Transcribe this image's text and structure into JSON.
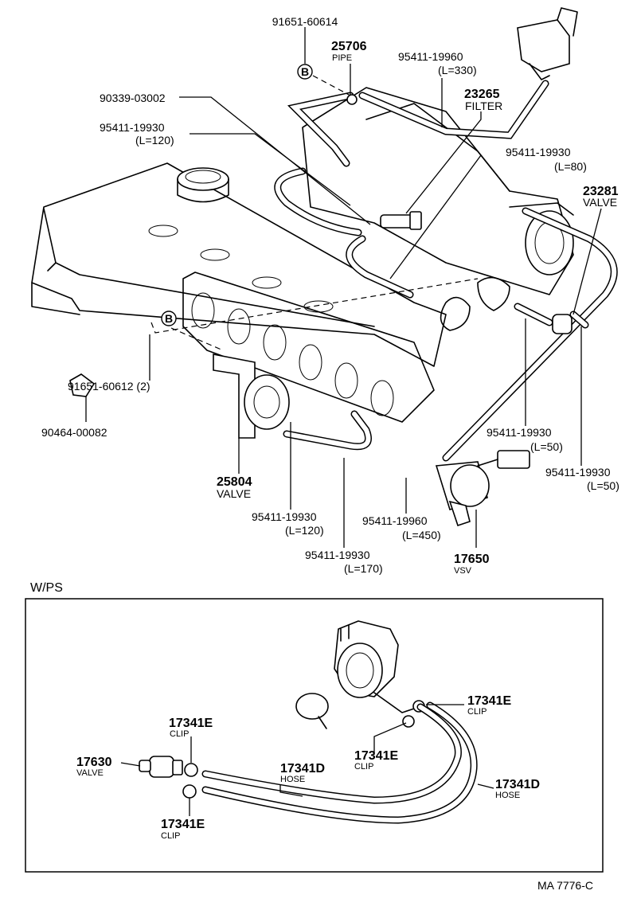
{
  "labels": {
    "p91651_60614": "91651-60614",
    "p25706": "25706",
    "p25706_name": "PIPE",
    "p95411_19960_top": "95411-19960",
    "p95411_19960_top_len": "(L=330)",
    "p90339_03002": "90339-03002",
    "p23265": "23265",
    "p23265_name": "FILTER",
    "p95411_19930_120a": "95411-19930",
    "p95411_19930_120a_len": "(L=120)",
    "p95411_19930_80": "95411-19930",
    "p95411_19930_80_len": "(L=80)",
    "p23281": "23281",
    "p23281_name": "VALVE",
    "p91651_60612": "91651-60612 (2)",
    "p90464_00082": "90464-00082",
    "p25804": "25804",
    "p25804_name": "VALVE",
    "p95411_19930_50a": "95411-19930",
    "p95411_19930_50a_len": "(L=50)",
    "p95411_19930_50b": "95411-19930",
    "p95411_19930_50b_len": "(L=50)",
    "p95411_19930_120b": "95411-19930",
    "p95411_19930_120b_len": "(L=120)",
    "p95411_19960_450": "95411-19960",
    "p95411_19960_450_len": "(L=450)",
    "p17650": "17650",
    "p17650_name": "VSV",
    "p95411_19930_170": "95411-19930",
    "p95411_19930_170_len": "(L=170)",
    "callout_b": "B"
  },
  "inset": {
    "title": "W/PS",
    "p17341e_a": "17341E",
    "p17341e_a_name": "CLIP",
    "p17341e_b": "17341E",
    "p17341e_b_name": "CLIP",
    "p17341e_c": "17341E",
    "p17341e_c_name": "CLIP",
    "p17341e_d": "17341E",
    "p17341e_d_name": "CLIP",
    "p17630": "17630",
    "p17630_name": "VALVE",
    "p17341d_a": "17341D",
    "p17341d_a_name": "HOSE",
    "p17341d_b": "17341D",
    "p17341d_b_name": "HOSE"
  },
  "footer": {
    "code": "MA 7776-C"
  }
}
